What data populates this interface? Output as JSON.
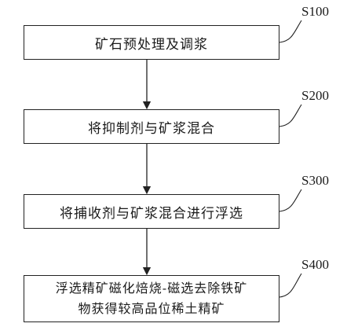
{
  "steps": [
    {
      "id": "S100",
      "lines": [
        "矿石预处理及调浆"
      ]
    },
    {
      "id": "S200",
      "lines": [
        "将抑制剂与矿浆混合"
      ]
    },
    {
      "id": "S300",
      "lines": [
        "将捕收剂与矿浆混合进行浮选"
      ]
    },
    {
      "id": "S400",
      "lines": [
        "浮选精矿磁化焙烧-磁选去除铁矿",
        "物获得较高品位稀土精矿"
      ]
    }
  ]
}
